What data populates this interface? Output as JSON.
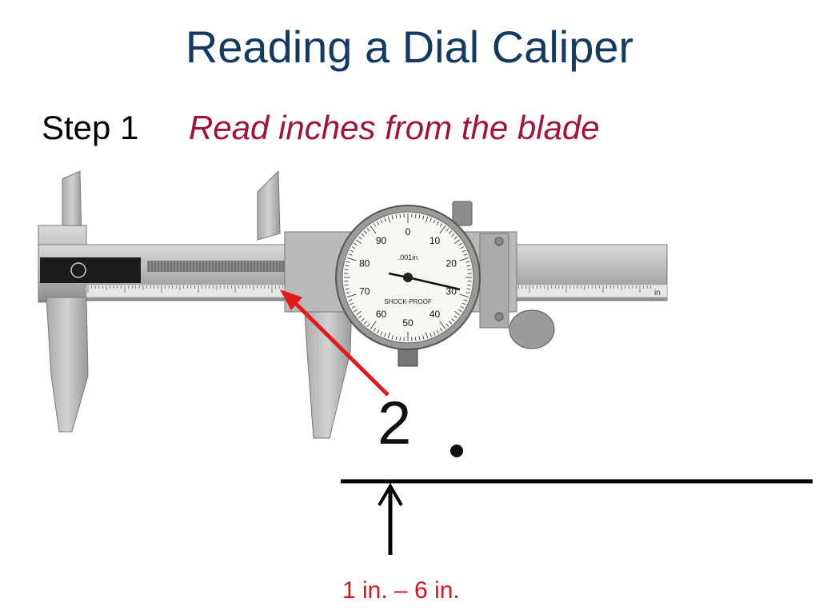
{
  "slide": {
    "title": "Reading a Dial Caliper",
    "step_label": "Step 1",
    "step_instruction": "Read inches from the blade",
    "reading_digit": "2",
    "range_note": "1 in. – 6 in."
  },
  "caliper": {
    "dial": {
      "numbers": [
        "0",
        "10",
        "20",
        "30",
        "40",
        "50",
        "60",
        "70",
        "80",
        "90"
      ],
      "unit_label": ".001in",
      "brand_label": "SHOCK-PROOF"
    },
    "scale_unit": "in"
  },
  "colors": {
    "title": "#123a63",
    "instruction": "#a3123c",
    "pointer_arrow": "#e01b1b",
    "range_note": "#d6141b"
  },
  "icons": {
    "pointer_arrow": "red-arrow-icon",
    "indicator_arrow": "up-arrow-icon"
  }
}
